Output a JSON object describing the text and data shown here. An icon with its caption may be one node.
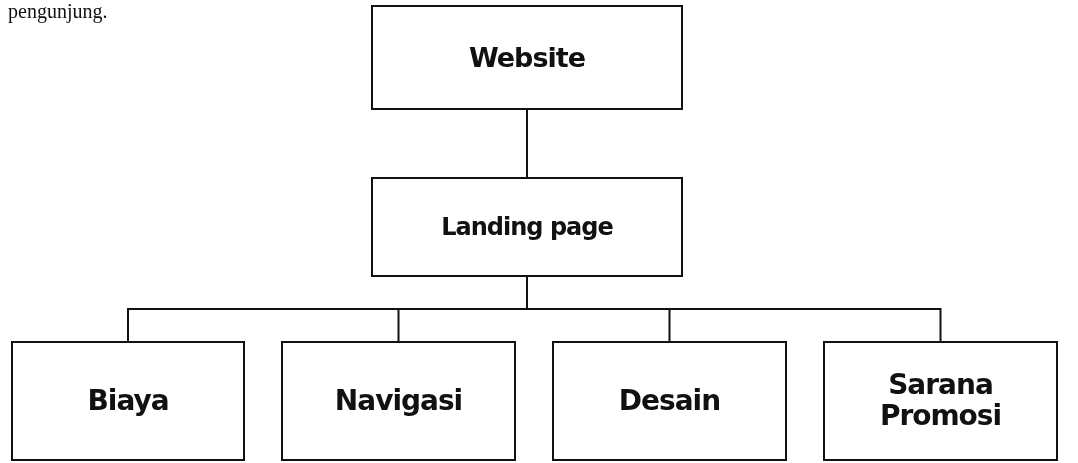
{
  "diagram": {
    "nodes": [
      {
        "text": [
          "Website"
        ]
      },
      {
        "text": [
          "Landing page"
        ]
      },
      {
        "text": [
          "Biaya"
        ]
      },
      {
        "text": [
          "Navigasi"
        ]
      },
      {
        "text": [
          "Desain"
        ]
      },
      {
        "text": [
          "Sarana Promosi"
        ]
      }
    ],
    "edges": [
      {
        "from": 0,
        "to": 1,
        "arrow": "none"
      },
      {
        "from": 1,
        "to": 2,
        "arrow": "none"
      },
      {
        "from": 1,
        "to": 3,
        "arrow": "none"
      },
      {
        "from": 1,
        "to": 4,
        "arrow": "none"
      },
      {
        "from": 1,
        "to": 5,
        "arrow": "none"
      }
    ],
    "labels": [
      "pengunjung."
    ]
  }
}
